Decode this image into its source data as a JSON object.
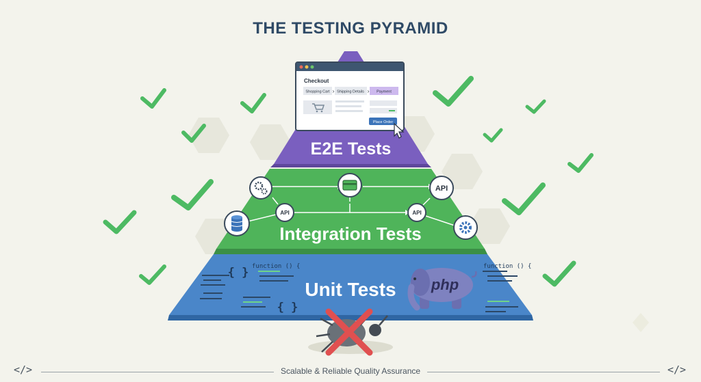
{
  "title": "THE TESTING PYRAMID",
  "layers": {
    "e2e": {
      "label": "E2E Tests",
      "color": "#7a5fbf"
    },
    "integration": {
      "label": "Integration Tests",
      "color": "#4fb45a"
    },
    "unit": {
      "label": "Unit Tests",
      "color": "#4a86c9"
    }
  },
  "checkout": {
    "title": "Checkout",
    "steps": [
      "Shopping Cart",
      "Shipping Details",
      "Payment"
    ],
    "button": "Place Order"
  },
  "integration_nodes": {
    "api_top": "API",
    "api_left": "API",
    "api_right": "API"
  },
  "code": {
    "fn_left": "function () {",
    "fn_right": "function () {",
    "braces": "{ }",
    "logo": "php"
  },
  "footer": {
    "text": "Scalable & Reliable Quality Assurance",
    "icon": "</>"
  },
  "colors": {
    "check": "#4dba63",
    "bug_x": "#e05050",
    "title": "#2f4a66"
  }
}
